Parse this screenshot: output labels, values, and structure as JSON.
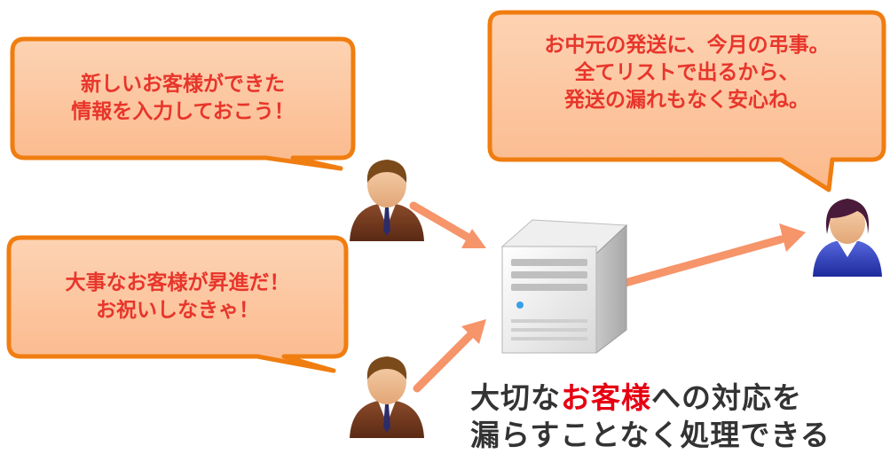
{
  "bubbles": {
    "top_left": {
      "line1": "新しいお客様ができた",
      "line2": "情報を入力しておこう！"
    },
    "bottom_left": {
      "line1": "大事なお客様が昇進だ！",
      "line2": "お祝いしなきゃ！"
    },
    "top_right": {
      "line1": "お中元の発送に、今月の弔事。",
      "line2": "全てリストで出るから、",
      "line3": "発送の漏れもなく安心ね。"
    }
  },
  "caption": {
    "line1_before": "大切な",
    "line1_highlight": "お客様",
    "line1_after": "への対応を",
    "line2": "漏らすことなく処理できる"
  },
  "colors": {
    "bubble_fill": "#fcc39b",
    "bubble_border": "#f07d10",
    "bubble_text": "#e8352b",
    "arrow": "#f6946a",
    "highlight": "#e60012"
  },
  "icons": {
    "user_top": "businessman-icon",
    "user_bottom": "businessman-icon",
    "server": "server-icon",
    "user_right": "businesswoman-icon"
  }
}
